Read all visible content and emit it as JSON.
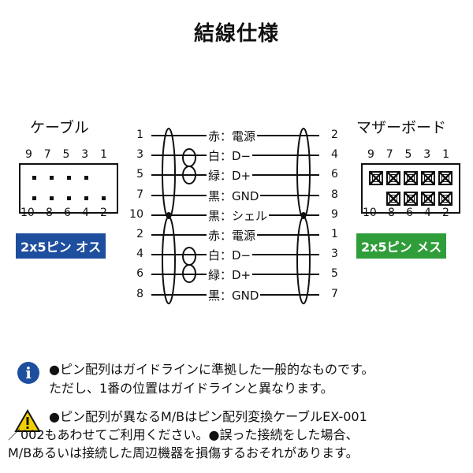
{
  "title": "結線仕様",
  "left": {
    "title": "ケーブル",
    "top_pins": [
      "9",
      "7",
      "5",
      "3",
      "1"
    ],
    "bottom_pins": [
      "10",
      "8",
      "6",
      "4",
      "2"
    ],
    "badge": "2x5ピン オス",
    "badge_color": "#1e4e9e"
  },
  "right": {
    "title": "マザーボード",
    "top_pins": [
      "9",
      "7",
      "5",
      "3",
      "1"
    ],
    "bottom_pins": [
      "10",
      "8",
      "6",
      "4",
      "2"
    ],
    "badge": "2x5ピン メス",
    "badge_color": "#2f9e3a"
  },
  "wires": [
    {
      "left_pin": "1",
      "label": "赤：電源",
      "right_pin": "2"
    },
    {
      "left_pin": "3",
      "label": "白：D−",
      "right_pin": "4"
    },
    {
      "left_pin": "5",
      "label": "緑：D+",
      "right_pin": "6"
    },
    {
      "left_pin": "7",
      "label": "黒：GND",
      "right_pin": "8"
    },
    {
      "left_pin": "10",
      "label": "黒：シェル",
      "right_pin": "9"
    },
    {
      "left_pin": "2",
      "label": "赤：電源",
      "right_pin": "1"
    },
    {
      "left_pin": "4",
      "label": "白：D−",
      "right_pin": "3"
    },
    {
      "left_pin": "6",
      "label": "緑：D+",
      "right_pin": "5"
    },
    {
      "left_pin": "8",
      "label": "黒：GND",
      "right_pin": "7"
    }
  ],
  "notes": {
    "info_line1": "●ピン配列はガイドラインに準拠した一般的なものです。",
    "info_line2": "ただし、1番の位置はガイドラインと異なります。",
    "warn_line1": "●ピン配列が異なるM/Bはピン配列変換ケーブルEX-001",
    "warn_line2": "／002もあわせてご利用ください。●誤った接続をした場合、",
    "warn_line3": "M/Bあるいは接続した周辺機器を損傷するおそれがあります。"
  },
  "icons": {
    "info": "info-icon",
    "warning": "warning-icon"
  }
}
